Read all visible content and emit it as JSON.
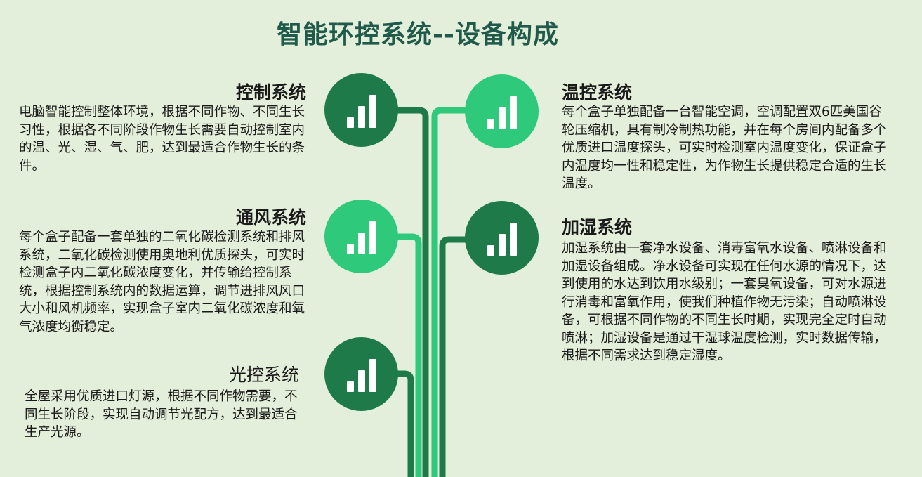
{
  "title": "智能环控系统--设备构成",
  "colors": {
    "background": "#e3efda",
    "dark_green": "#1e7b49",
    "light_green": "#2ec97a",
    "title": "#1f5a4a"
  },
  "icon": "signal-bars-icon",
  "sections": {
    "control": {
      "heading": "控制系统",
      "text": "电脑智能控制整体环境，根据不同作物、不同生长习性，根据各不同阶段作物生长需要自动控制室内的温、光、湿、气、肥，达到最适合作物生长的条件。"
    },
    "ventilation": {
      "heading": "通风系统",
      "text": "每个盒子配备一套单独的二氧化碳检测系统和排风系统，二氧化碳检测使用奥地利优质探头，可实时检测盒子内二氧化碳浓度变化，并传输给控制系统，根据控制系统内的数据运算，调节进排风风口大小和风机频率，实现盒子室内二氧化碳浓度和氧气浓度均衡稳定。"
    },
    "light": {
      "heading": "光控系统",
      "text": "全屋采用优质进口灯源，根据不同作物需要，不同生长阶段，实现自动调节光配方，达到最适合生产光源。"
    },
    "temperature": {
      "heading": "温控系统",
      "text": "每个盒子单独配备一台智能空调，空调配置双6匹美国谷轮压缩机，具有制冷制热功能，并在每个房间内配备多个优质进口温度探头，可实时检测室内温度变化，保证盒子内温度均一性和稳定性，为作物生长提供稳定合适的生长温度。"
    },
    "humidity": {
      "heading": "加湿系统",
      "text": "加湿系统由一套净水设备、消毒富氧水设备、喷淋设备和加湿设备组成。净水设备可实现在任何水源的情况下，达到使用的水达到饮用水级别；一套臭氧设备，可对水源进行消毒和富氧作用，使我们种植作物无污染；自动喷淋设备，可根据不同作物的不同生长时期，实现完全定时自动喷淋；加湿设备是通过干湿球温度检测，实时数据传输，根据不同需求达到稳定湿度。"
    }
  }
}
